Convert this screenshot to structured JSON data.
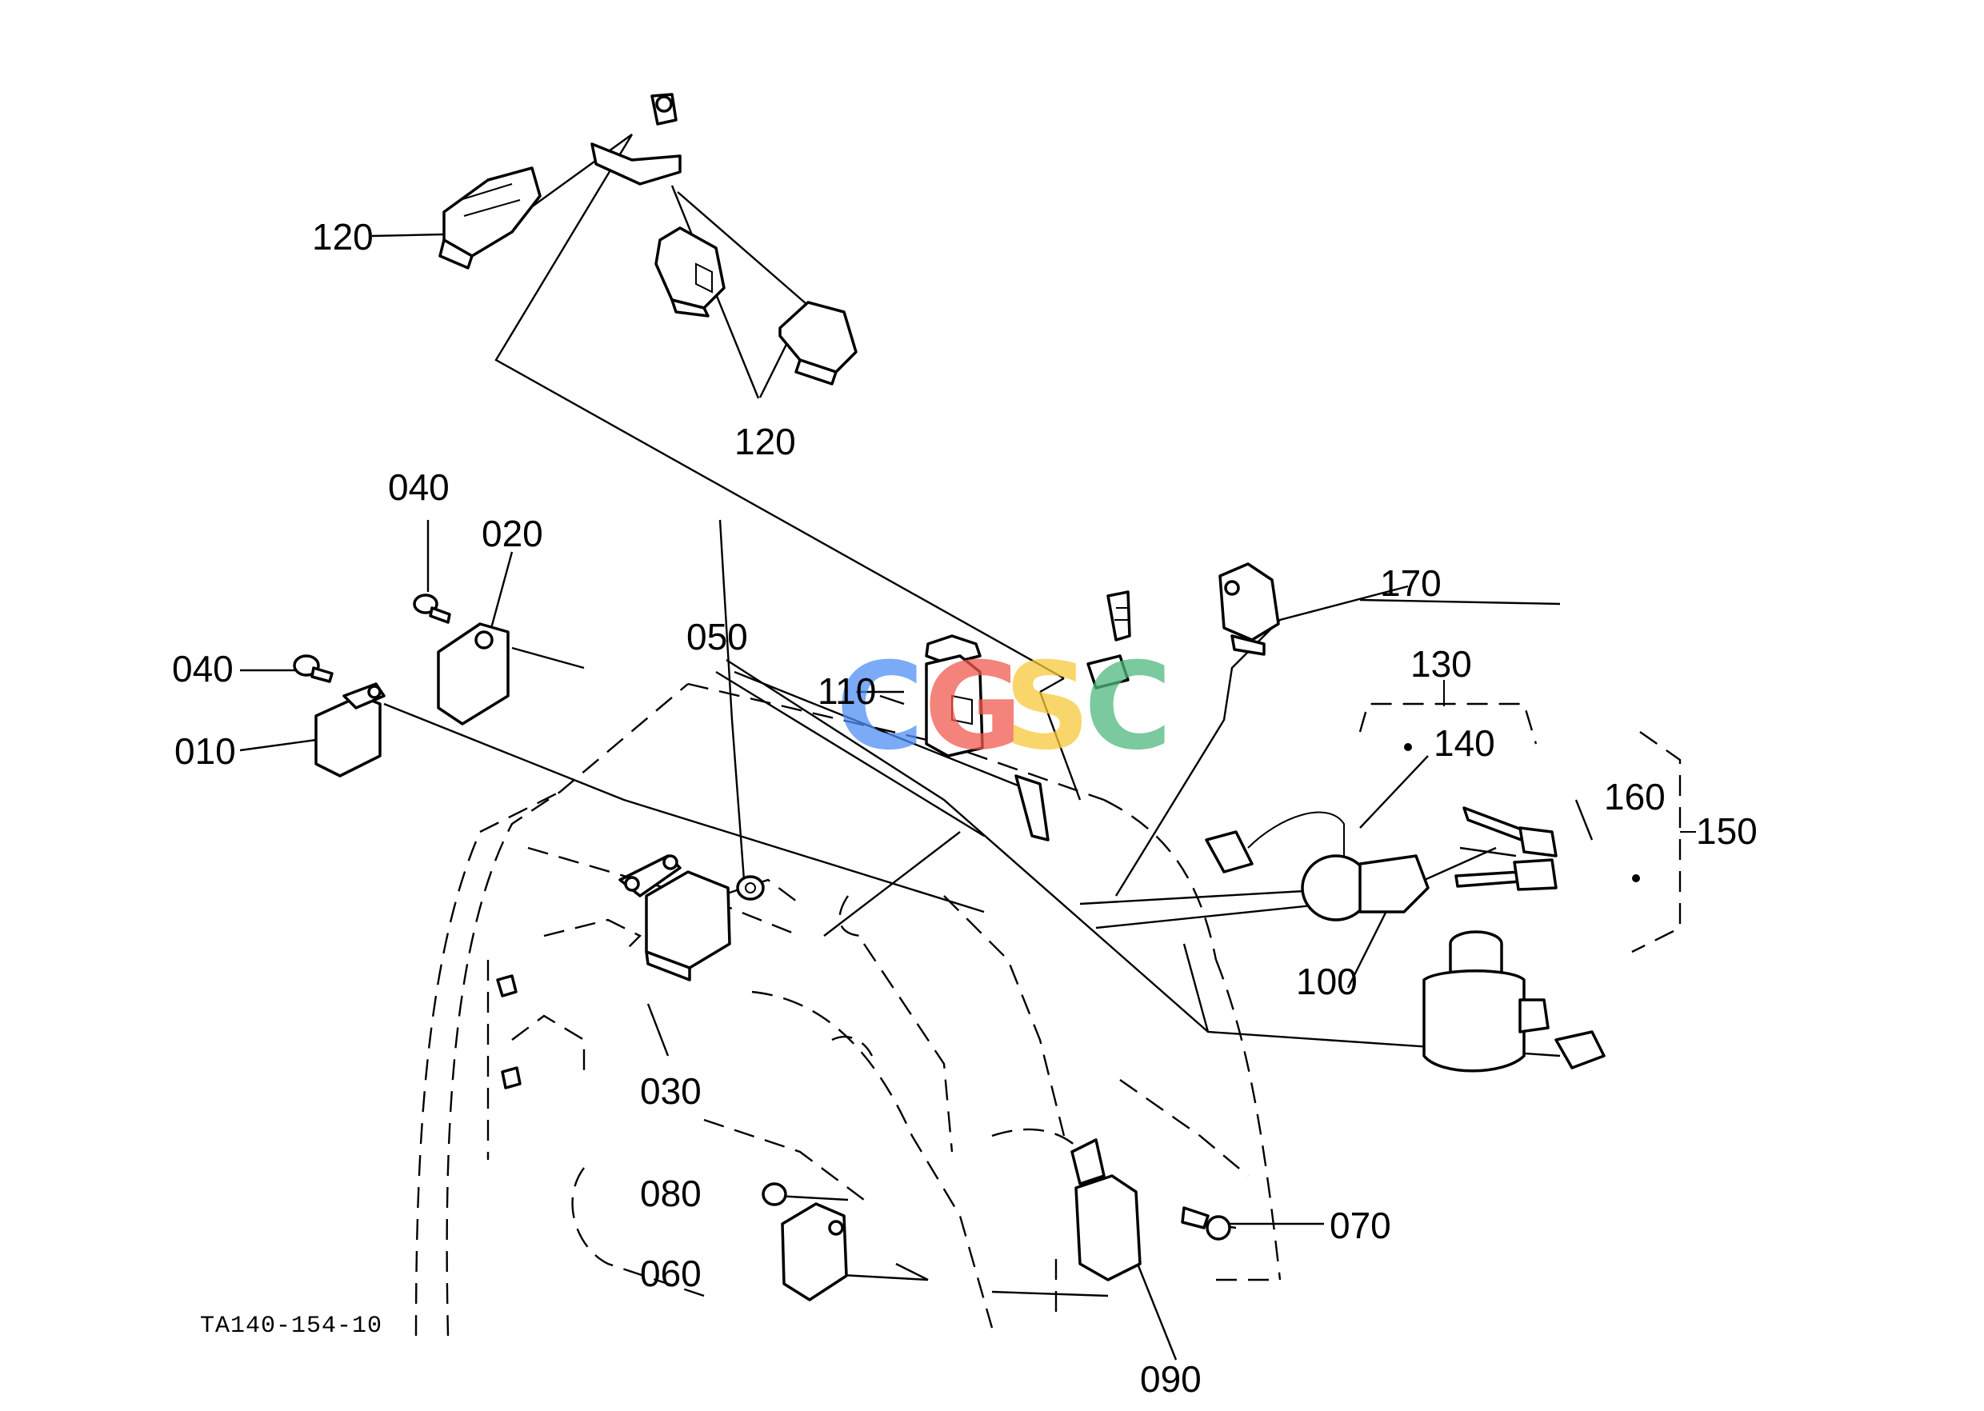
{
  "labels": {
    "p010": "010",
    "p020": "020",
    "p030": "030",
    "p040a": "040",
    "p040b": "040",
    "p050": "050",
    "p060": "060",
    "p070": "070",
    "p080": "080",
    "p090": "090",
    "p100": "100",
    "p110": "110",
    "p120a": "120",
    "p120b": "120",
    "p130": "130",
    "p140": "140",
    "p150": "150",
    "p160": "160",
    "p170": "170"
  },
  "reference": "TA140-154-10",
  "watermark": {
    "letters": [
      "C",
      "G",
      "S",
      "C"
    ],
    "colors": [
      "#4f8ef5",
      "#ef5a4f",
      "#f8c93a",
      "#4fb880"
    ]
  }
}
